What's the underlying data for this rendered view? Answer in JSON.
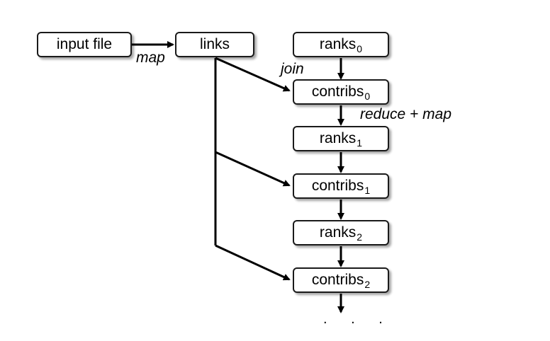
{
  "nodes": {
    "input_file": {
      "label": "input file"
    },
    "links": {
      "label": "links"
    },
    "ranks0": {
      "label": "ranks",
      "sub": "0"
    },
    "contribs0": {
      "label": "contribs",
      "sub": "0"
    },
    "ranks1": {
      "label": "ranks",
      "sub": "1"
    },
    "contribs1": {
      "label": "contribs",
      "sub": "1"
    },
    "ranks2": {
      "label": "ranks",
      "sub": "2"
    },
    "contribs2": {
      "label": "contribs",
      "sub": "2"
    }
  },
  "edge_labels": {
    "map": "map",
    "join": "join",
    "reduce_map": "reduce + map"
  },
  "continuation": ". . ."
}
